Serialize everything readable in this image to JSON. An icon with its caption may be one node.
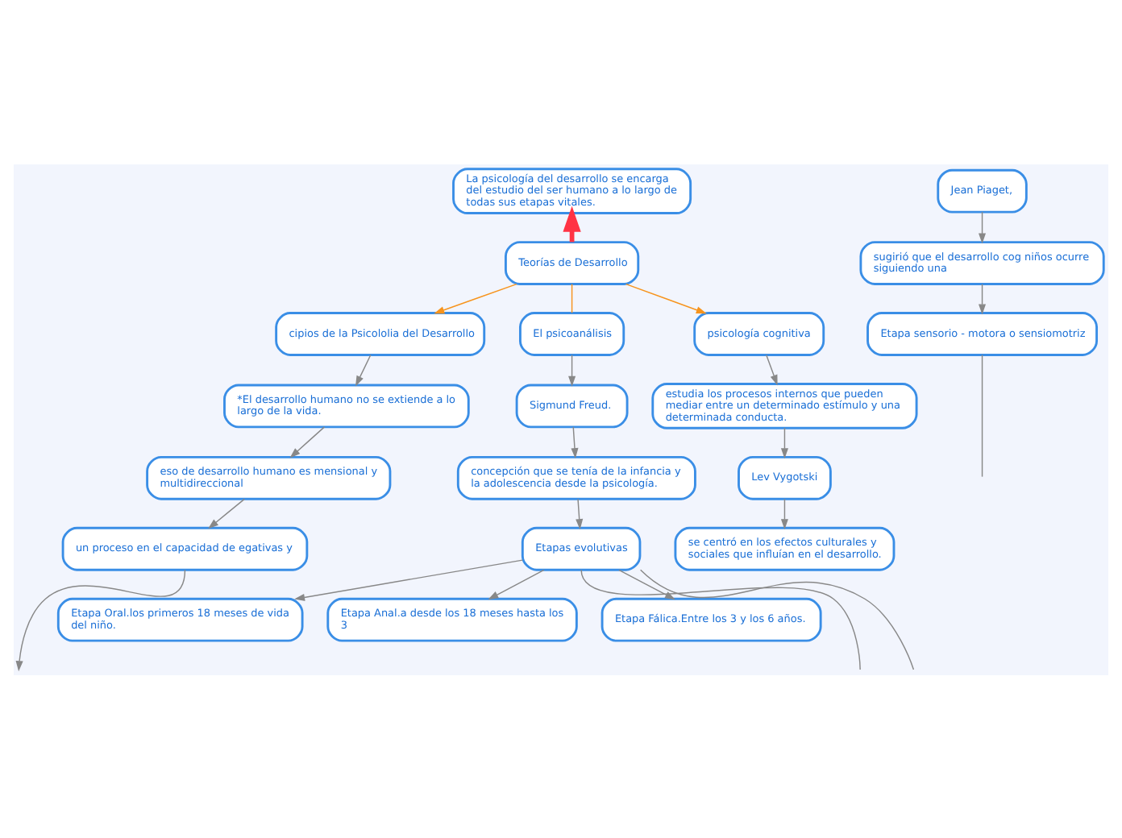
{
  "diagram": {
    "nodes": [
      {
        "text": [
          "La psicología del desarrollo se encarga del estudio del ser humano a lo largo de todas sus etapas vitales."
        ]
      },
      {
        "text": [
          "Teorías de Desarrollo"
        ]
      },
      {
        "text": [
          "cipios de la Psicololia del Desarrollo"
        ]
      },
      {
        "text": [
          "*El desarrollo humano no se extiende a lo largo de la vida."
        ]
      },
      {
        "text": [
          "eso de desarrollo humano es mensional y multidireccional"
        ]
      },
      {
        "text": [
          "un proceso en el capacidad de egativas y"
        ]
      },
      {
        "text": [
          "El psicoanálisis"
        ]
      },
      {
        "text": [
          "Sigmund Freud."
        ]
      },
      {
        "text": [
          "concepción que se tenía de la infancia y la adolescencia desde la psicología."
        ]
      },
      {
        "text": [
          "Etapas evolutivas"
        ]
      },
      {
        "text": [
          "Etapa Oral.los primeros 18 meses de vida del niño."
        ]
      },
      {
        "text": [
          "Etapa Anal.a desde los 18 meses hasta los 3"
        ]
      },
      {
        "text": [
          "Etapa Fálica.Entre los 3 y los 6 años."
        ]
      },
      {
        "text": [
          "psicología cognitiva"
        ]
      },
      {
        "text": [
          "estudia los procesos internos que pueden mediar entre un determinado estímulo y una determinada conducta."
        ]
      },
      {
        "text": [
          "Lev Vygotski"
        ]
      },
      {
        "text": [
          "se centró en los efectos culturales y sociales que influían en el desarrollo."
        ]
      },
      {
        "text": [
          "Jean Piaget,"
        ]
      },
      {
        "text": [
          "sugirió que el desarrollo cog niños ocurre siguiendo una"
        ]
      },
      {
        "text": [
          "Etapa sensorio - motora o sensiomotriz"
        ]
      }
    ],
    "edges": [
      {
        "from": 1,
        "to": 0,
        "arrow": "to",
        "style": "thick",
        "color": "#ff3344"
      },
      {
        "from": 1,
        "to": 2,
        "arrow": "to",
        "color": "#f7941d"
      },
      {
        "from": 1,
        "to": 6,
        "arrow": "none",
        "color": "#f7941d"
      },
      {
        "from": 1,
        "to": 13,
        "arrow": "to",
        "color": "#f7941d"
      },
      {
        "from": 2,
        "to": 3,
        "arrow": "to"
      },
      {
        "from": 3,
        "to": 4,
        "arrow": "to"
      },
      {
        "from": 4,
        "to": 5,
        "arrow": "to"
      },
      {
        "from": 5,
        "to": null,
        "arrow": "to"
      },
      {
        "from": 6,
        "to": 7,
        "arrow": "to"
      },
      {
        "from": 7,
        "to": 8,
        "arrow": "to"
      },
      {
        "from": 8,
        "to": 9,
        "arrow": "to"
      },
      {
        "from": 9,
        "to": 10,
        "arrow": "to"
      },
      {
        "from": 9,
        "to": 11,
        "arrow": "to"
      },
      {
        "from": 9,
        "to": null,
        "arrow": "none"
      },
      {
        "from": 9,
        "to": null,
        "arrow": "none"
      },
      {
        "from": 9,
        "to": 12,
        "arrow": "to"
      },
      {
        "from": 13,
        "to": 14,
        "arrow": "to"
      },
      {
        "from": 14,
        "to": 15,
        "arrow": "to"
      },
      {
        "from": 15,
        "to": 16,
        "arrow": "to"
      },
      {
        "from": 17,
        "to": 18,
        "arrow": "to"
      },
      {
        "from": 18,
        "to": 19,
        "arrow": "to"
      },
      {
        "from": 19,
        "to": null,
        "arrow": "none"
      }
    ]
  }
}
